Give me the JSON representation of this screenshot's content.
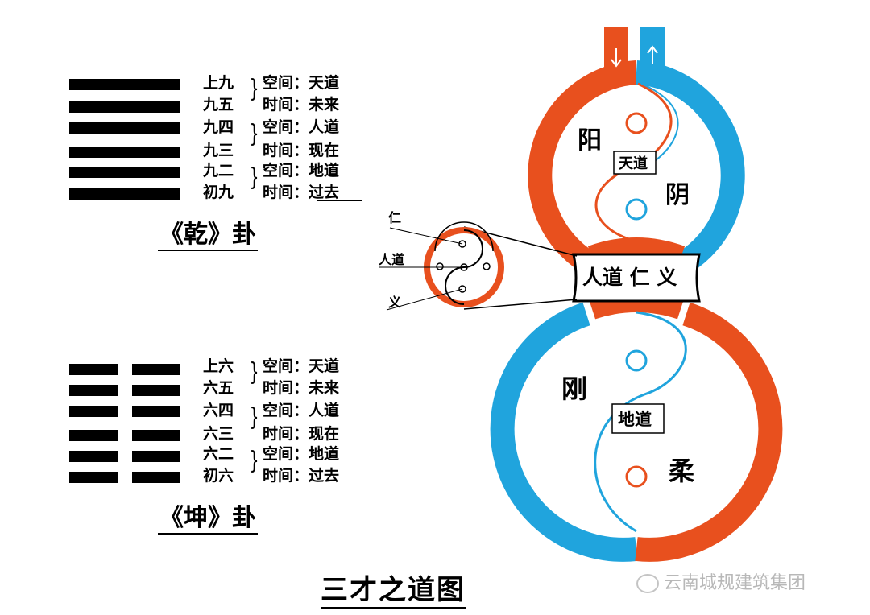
{
  "qian": {
    "title": "《乾》卦",
    "lines": [
      {
        "label": "上九",
        "text": "空间：天道"
      },
      {
        "label": "九五",
        "text": "时间：未来"
      },
      {
        "label": "九四",
        "text": "空间：人道"
      },
      {
        "label": "九三",
        "text": "时间：现在"
      },
      {
        "label": "九二",
        "text": "空间：地道"
      },
      {
        "label": "初九",
        "text": "时间：过去"
      }
    ]
  },
  "kun": {
    "title": "《坤》卦",
    "lines": [
      {
        "label": "上六",
        "text": "空间：天道"
      },
      {
        "label": "六五",
        "text": "时间：未来"
      },
      {
        "label": "六四",
        "text": "空间：人道"
      },
      {
        "label": "六三",
        "text": "时间：现在"
      },
      {
        "label": "六二",
        "text": "空间：地道"
      },
      {
        "label": "初六",
        "text": "时间：过去"
      }
    ]
  },
  "diagram": {
    "top": {
      "yang": "阳",
      "yin": "阴",
      "center": "天道"
    },
    "middle": {
      "label": "人道 仁 义"
    },
    "bottom": {
      "gang": "刚",
      "rou": "柔",
      "center": "地道"
    },
    "inset": {
      "ren": "仁",
      "rendao": "人道",
      "yi": "义"
    },
    "colors": {
      "red": "#e8501e",
      "blue": "#20a4dd"
    }
  },
  "title": "三才之道图",
  "watermark": "云南城规建筑集团"
}
